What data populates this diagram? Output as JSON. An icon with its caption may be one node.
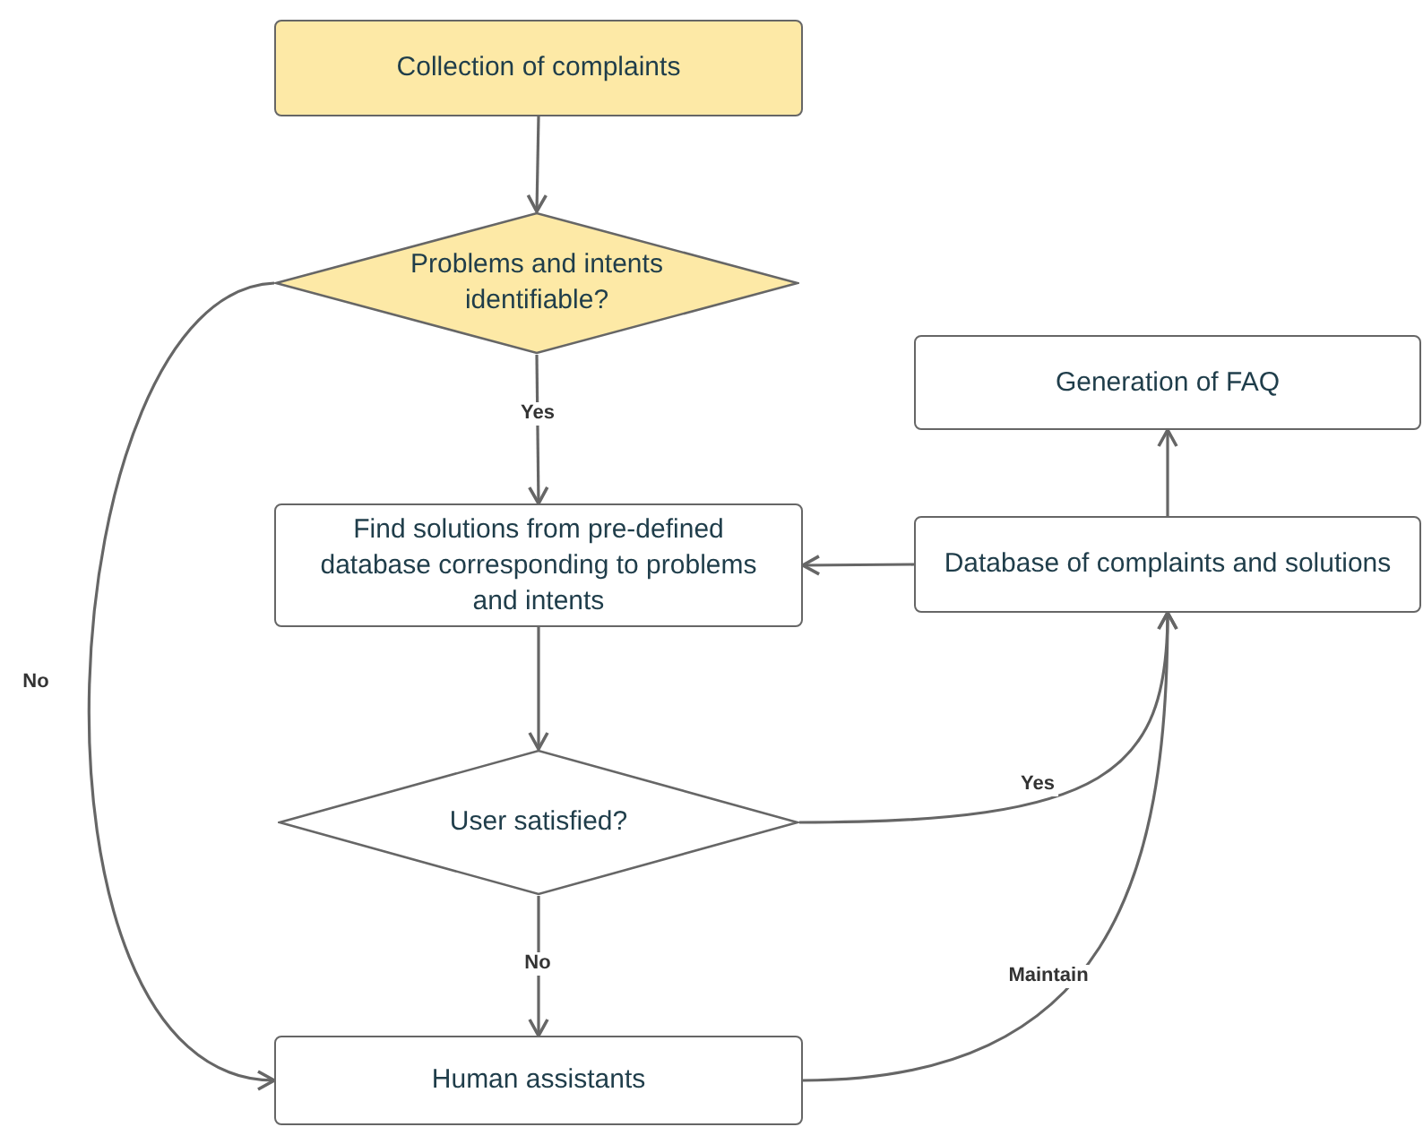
{
  "diagram": {
    "nodes": [
      {
        "text": [
          "Collection of complaints"
        ]
      },
      {
        "text": [
          "Problems and intents identifiable?"
        ]
      },
      {
        "text": [
          "Generation of FAQ"
        ]
      },
      {
        "text": [
          "Find solutions from pre-defined database corresponding to problems and intents"
        ]
      },
      {
        "text": [
          "Database of complaints and solutions"
        ]
      },
      {
        "text": [
          "User satisfied?"
        ]
      },
      {
        "text": [
          "Human assistants"
        ]
      }
    ],
    "edges": [
      {
        "from": 0,
        "to": 1,
        "arrow": "to"
      },
      {
        "from": 1,
        "to": 3,
        "arrow": "to",
        "label": "Yes"
      },
      {
        "from": 1,
        "to": 6,
        "arrow": "to",
        "label": "No"
      },
      {
        "from": 3,
        "to": 5,
        "arrow": "to"
      },
      {
        "from": 4,
        "to": 3,
        "arrow": "to"
      },
      {
        "from": 4,
        "to": 2,
        "arrow": "to"
      },
      {
        "from": 5,
        "to": 4,
        "arrow": "to",
        "label": "Yes"
      },
      {
        "from": 5,
        "to": 6,
        "arrow": "to",
        "label": "No"
      },
      {
        "from": 6,
        "to": 4,
        "arrow": "to",
        "label": "Maintain"
      }
    ]
  }
}
